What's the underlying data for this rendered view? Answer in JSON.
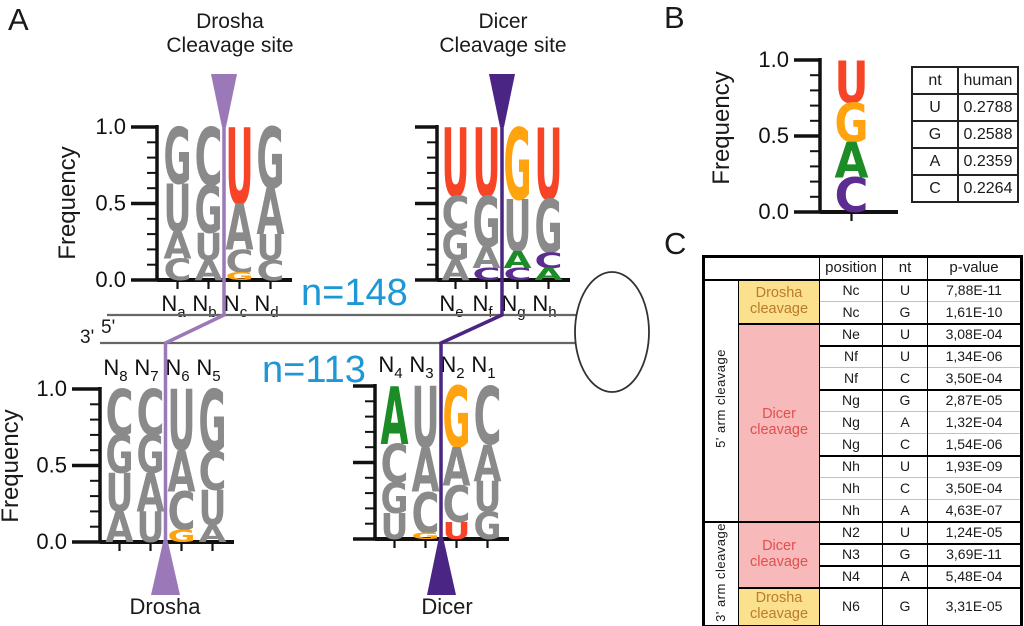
{
  "panel_a": {
    "label": "A",
    "drosha_site": [
      "Drosha",
      "Cleavage site"
    ],
    "dicer_site": [
      "Dicer",
      "Cleavage site"
    ],
    "n_top": "n=148",
    "n_bottom": "n=113",
    "five_prime": "5'",
    "three_prime": "3'",
    "drosha_label": "Drosha",
    "dicer_label": "Dicer",
    "frequency_label": "Frequency",
    "axis_ticks": [
      "1.0",
      "0.5",
      "0.0"
    ]
  },
  "panel_b": {
    "label": "B",
    "frequency_label": "Frequency",
    "axis_ticks": [
      "1.0",
      "0.5",
      "0.0"
    ],
    "table": {
      "headers": [
        "nt",
        "human"
      ],
      "rows": [
        [
          "U",
          "0.2788"
        ],
        [
          "G",
          "0.2588"
        ],
        [
          "A",
          "0.2359"
        ],
        [
          "C",
          "0.2264"
        ]
      ]
    }
  },
  "panel_c": {
    "label": "C",
    "headers": [
      "position",
      "nt",
      "p-value"
    ],
    "arm_groups": [
      {
        "arm": "5' arm cleavage",
        "enzyme_groups": [
          {
            "enzyme": [
              "Drosha",
              "cleavage"
            ],
            "type": "drosha",
            "rows": [
              [
                "Nc",
                "U",
                "7,88E-11"
              ],
              [
                "Nc",
                "G",
                "1,61E-10"
              ]
            ]
          },
          {
            "enzyme": [
              "Dicer",
              "cleavage"
            ],
            "type": "dicer",
            "rows": [
              [
                "Ne",
                "U",
                "3,08E-04"
              ],
              [
                "Nf",
                "U",
                "1,34E-06"
              ],
              [
                "Nf",
                "C",
                "3,50E-04"
              ],
              [
                "Ng",
                "G",
                "2,87E-05"
              ],
              [
                "Ng",
                "A",
                "1,32E-04"
              ],
              [
                "Ng",
                "C",
                "1,54E-06"
              ],
              [
                "Nh",
                "U",
                "1,93E-09"
              ],
              [
                "Nh",
                "C",
                "3,50E-04"
              ],
              [
                "Nh",
                "A",
                "4,63E-07"
              ]
            ]
          }
        ]
      },
      {
        "arm": "3' arm cleavage",
        "enzyme_groups": [
          {
            "enzyme": [
              "Dicer",
              "cleavage"
            ],
            "type": "dicer",
            "rows": [
              [
                "N2",
                "U",
                "1,24E-05"
              ],
              [
                "N3",
                "G",
                "3,69E-11"
              ],
              [
                "N4",
                "A",
                "5,48E-04"
              ]
            ]
          },
          {
            "enzyme": [
              "Drosha",
              "cleavage"
            ],
            "type": "drosha",
            "rows": [
              [
                "N6",
                "G",
                "3,31E-05"
              ]
            ]
          }
        ]
      }
    ]
  },
  "colors": {
    "nt_u": "#F74427",
    "nt_g": "#FFA30F",
    "nt_a": "#1B8C26",
    "nt_c": "#5C2D91",
    "nt_gray": "#8A8A8A",
    "drosha_arrow": "#9B78B8",
    "dicer_arrow": "#4A2583",
    "count_text": "#1D97D5",
    "strand": "#666666",
    "table_yellow": "#FBE08D",
    "table_pink": "#F7B9B9",
    "drosha_text": "#BA7B2A",
    "dicer_text": "#E14F4F"
  },
  "chart_data": [
    {
      "id": "logo_5p_drosha",
      "type": "sequence-logo",
      "title": "5' arm Drosha cleavage site nucleotide frequencies (n=148)",
      "ylabel": "Frequency",
      "ylim": [
        0,
        1
      ],
      "positions": [
        [
          "N",
          "a"
        ],
        [
          "N",
          "b"
        ],
        [
          "N",
          "c"
        ],
        [
          "N",
          "d"
        ]
      ],
      "stacks": [
        [
          [
            "G",
            0.37,
            0
          ],
          [
            "U",
            0.31,
            0
          ],
          [
            "A",
            0.18,
            0
          ],
          [
            "C",
            0.14,
            0
          ]
        ],
        [
          [
            "C",
            0.38,
            0
          ],
          [
            "G",
            0.31,
            0
          ],
          [
            "U",
            0.18,
            0
          ],
          [
            "A",
            0.13,
            0
          ]
        ],
        [
          [
            "U",
            0.5,
            1
          ],
          [
            "A",
            0.3,
            0
          ],
          [
            "C",
            0.15,
            0
          ],
          [
            "G",
            0.05,
            1
          ]
        ],
        [
          [
            "G",
            0.4,
            0
          ],
          [
            "A",
            0.3,
            0
          ],
          [
            "U",
            0.17,
            0
          ],
          [
            "C",
            0.13,
            0
          ]
        ]
      ]
    },
    {
      "id": "logo_5p_dicer",
      "type": "sequence-logo",
      "title": "5' arm Dicer cleavage site nucleotide frequencies (n=148)",
      "ylabel": "Frequency",
      "ylim": [
        0,
        1
      ],
      "positions": [
        [
          "N",
          "e"
        ],
        [
          "N",
          "f"
        ],
        [
          "N",
          "g"
        ],
        [
          "N",
          "h"
        ]
      ],
      "stacks": [
        [
          [
            "U",
            0.45,
            1
          ],
          [
            "C",
            0.22,
            0
          ],
          [
            "G",
            0.2,
            0
          ],
          [
            "A",
            0.13,
            0
          ]
        ],
        [
          [
            "U",
            0.45,
            1
          ],
          [
            "G",
            0.33,
            0
          ],
          [
            "A",
            0.14,
            0
          ],
          [
            "C",
            0.08,
            1
          ]
        ],
        [
          [
            "G",
            0.47,
            1
          ],
          [
            "U",
            0.34,
            0
          ],
          [
            "A",
            0.11,
            1
          ],
          [
            "C",
            0.08,
            1
          ]
        ],
        [
          [
            "U",
            0.47,
            1
          ],
          [
            "G",
            0.35,
            0
          ],
          [
            "C",
            0.1,
            1
          ],
          [
            "A",
            0.08,
            1
          ]
        ]
      ]
    },
    {
      "id": "logo_3p_drosha",
      "type": "sequence-logo",
      "title": "3' arm Drosha cleavage site nucleotide frequencies (n=113)",
      "ylabel": "Frequency",
      "ylim": [
        0,
        1
      ],
      "positions": [
        [
          "N",
          "8"
        ],
        [
          "N",
          "7"
        ],
        [
          "N",
          "6"
        ],
        [
          "N",
          "5"
        ]
      ],
      "stacks": [
        [
          [
            "C",
            0.3,
            0
          ],
          [
            "G",
            0.25,
            0
          ],
          [
            "U",
            0.25,
            0
          ],
          [
            "A",
            0.2,
            0
          ]
        ],
        [
          [
            "C",
            0.3,
            0
          ],
          [
            "G",
            0.25,
            0
          ],
          [
            "A",
            0.25,
            0
          ],
          [
            "U",
            0.2,
            0
          ]
        ],
        [
          [
            "U",
            0.4,
            0
          ],
          [
            "A",
            0.27,
            0
          ],
          [
            "C",
            0.25,
            0
          ],
          [
            "G",
            0.08,
            1
          ]
        ],
        [
          [
            "G",
            0.41,
            0
          ],
          [
            "C",
            0.25,
            0
          ],
          [
            "U",
            0.23,
            0
          ],
          [
            "A",
            0.11,
            0
          ]
        ]
      ]
    },
    {
      "id": "logo_3p_dicer",
      "type": "sequence-logo",
      "title": "3' arm Dicer cleavage site nucleotide frequencies (n=113)",
      "ylabel": "Frequency",
      "ylim": [
        0,
        1
      ],
      "positions": [
        [
          "N",
          "4"
        ],
        [
          "N",
          "3"
        ],
        [
          "N",
          "2"
        ],
        [
          "N",
          "1"
        ]
      ],
      "stacks": [
        [
          [
            "A",
            0.38,
            1
          ],
          [
            "C",
            0.25,
            0
          ],
          [
            "G",
            0.2,
            0
          ],
          [
            "U",
            0.17,
            0
          ]
        ],
        [
          [
            "U",
            0.4,
            0
          ],
          [
            "A",
            0.29,
            0
          ],
          [
            "C",
            0.27,
            0
          ],
          [
            "G",
            0.04,
            1
          ]
        ],
        [
          [
            "G",
            0.4,
            1
          ],
          [
            "A",
            0.25,
            0
          ],
          [
            "C",
            0.24,
            0
          ],
          [
            "U",
            0.11,
            1
          ]
        ],
        [
          [
            "C",
            0.38,
            0
          ],
          [
            "A",
            0.24,
            0
          ],
          [
            "U",
            0.2,
            0
          ],
          [
            "G",
            0.18,
            0
          ]
        ]
      ]
    },
    {
      "id": "logo_b",
      "type": "sequence-logo",
      "title": "Overall human nucleotide frequency",
      "ylabel": "Frequency",
      "ylim": [
        0,
        1
      ],
      "positions": [],
      "stacks": [
        [
          [
            "U",
            0.2788,
            1
          ],
          [
            "G",
            0.2588,
            1
          ],
          [
            "A",
            0.2359,
            1
          ],
          [
            "C",
            0.2264,
            1
          ]
        ]
      ]
    }
  ]
}
